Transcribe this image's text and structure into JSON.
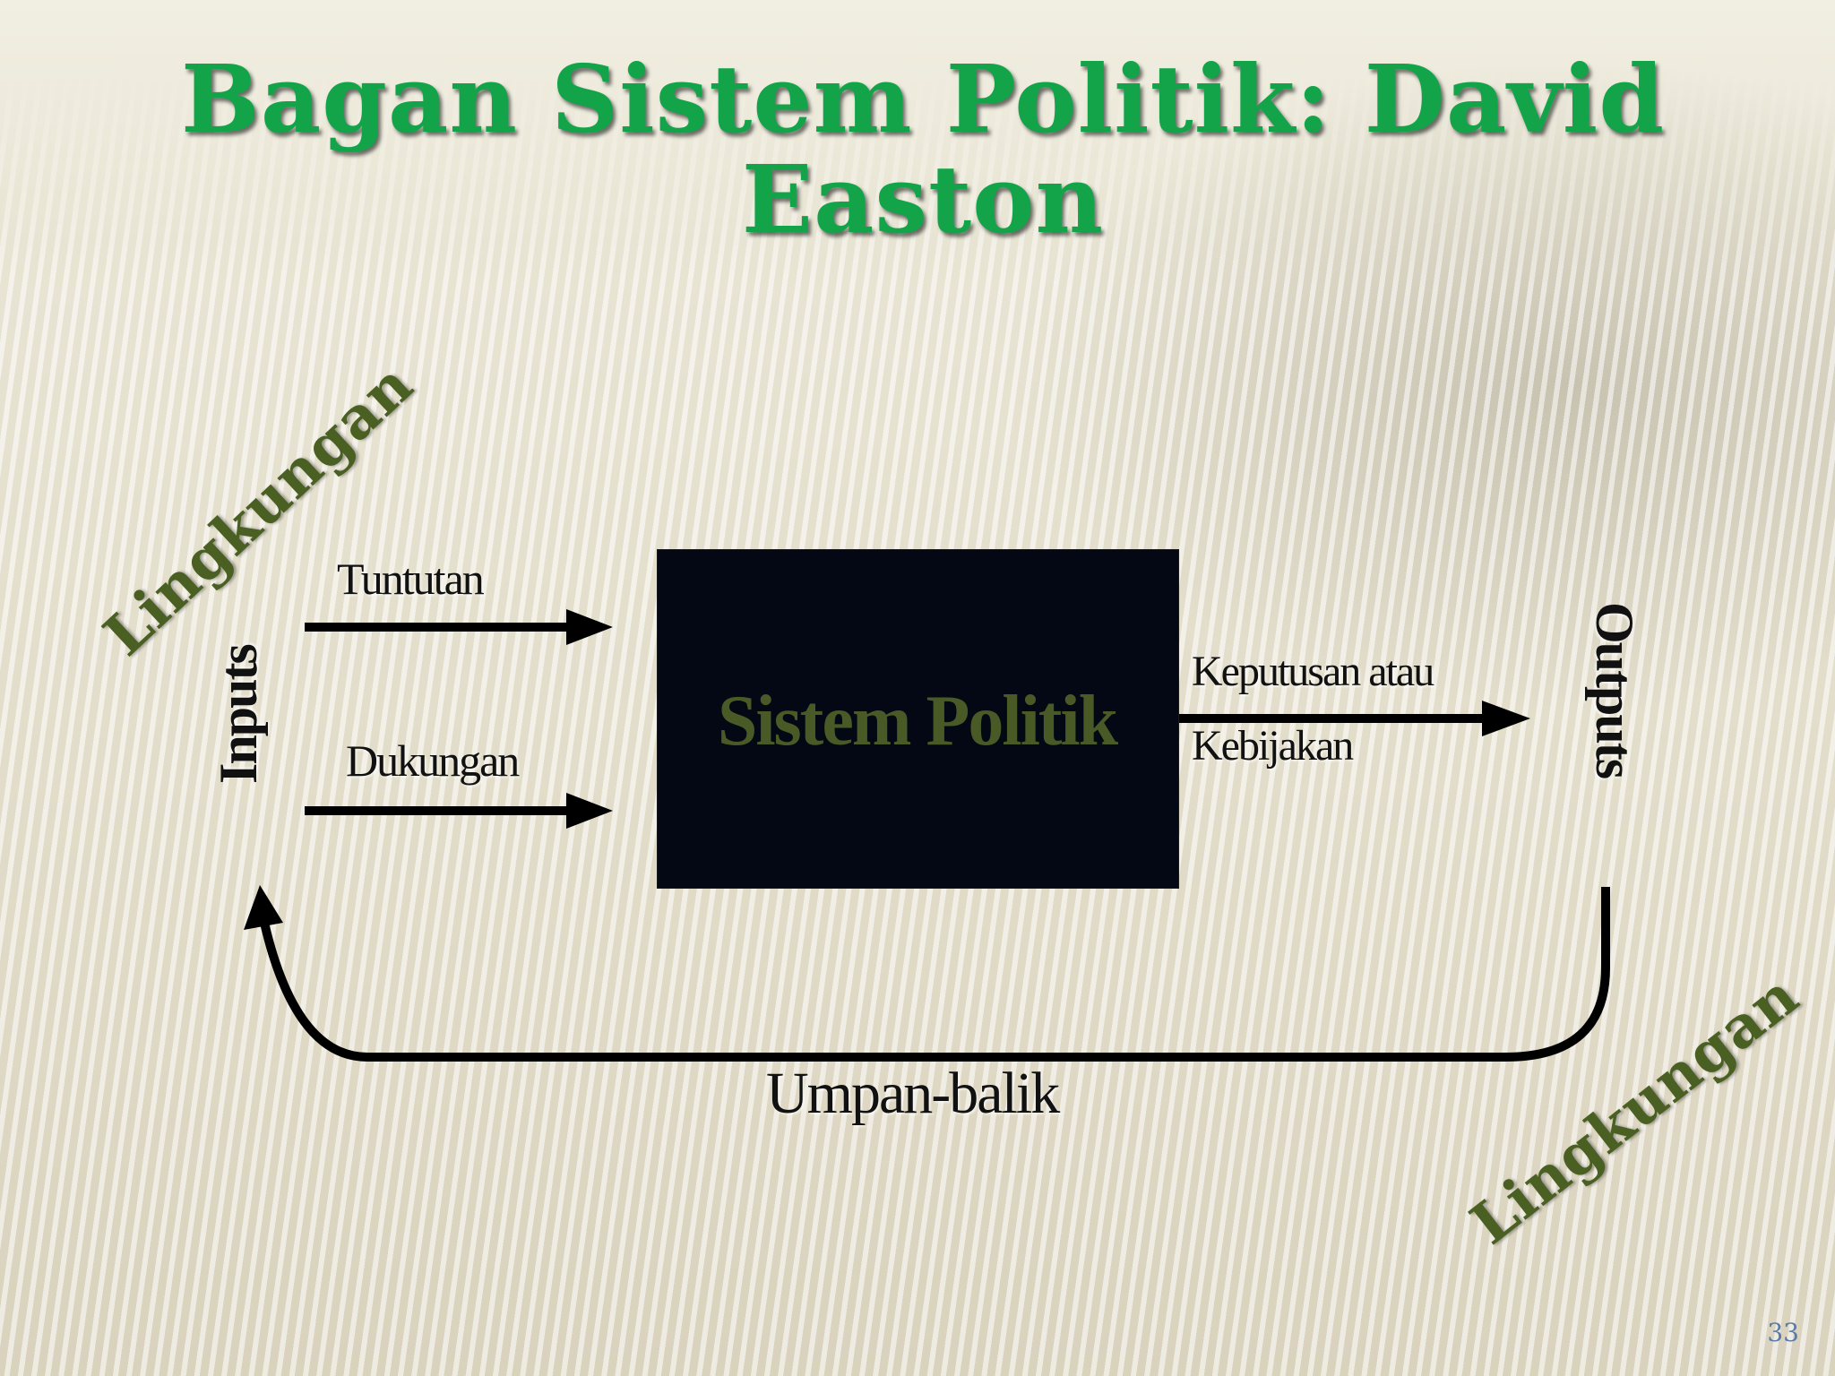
{
  "slide": {
    "title": "Bagan Sistem Politik: David Easton",
    "page_number": "33"
  },
  "diagram": {
    "center_box": "Sistem Politik",
    "inputs_label": "Inputs",
    "outputs_label": "Outputs",
    "input_arrows": [
      "Tuntutan",
      "Dukungan"
    ],
    "output_arrow_line1": "Keputusan atau",
    "output_arrow_line2": "Kebijakan",
    "feedback_label": "Umpan-balik",
    "environment_top_left": "Lingkungan",
    "environment_bottom_right": "Lingkungan"
  },
  "colors": {
    "title": "#13a44a",
    "environment_text": "#4a5f22",
    "box_fill": "#030814",
    "box_text": "#4a5a27"
  }
}
